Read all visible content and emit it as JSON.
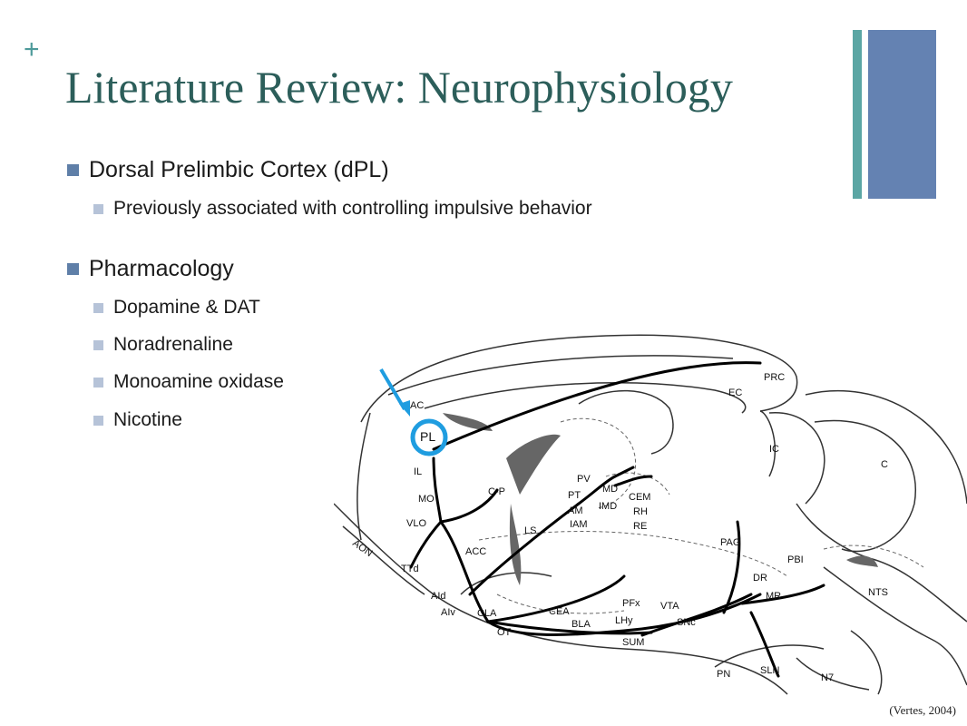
{
  "slide": {
    "plus": "+",
    "title": "Literature Review: Neurophysiology",
    "citation": "(Vertes, 2004)",
    "accent_teal": "#5ba6a4",
    "accent_blue": "#6482b2",
    "bullets": [
      {
        "label": "Dorsal Prelimbic Cortex (dPL)",
        "sub": [
          "Previously associated with controlling impulsive behavior"
        ]
      },
      {
        "label": "Pharmacology",
        "sub": [
          "Dopamine & DAT",
          "Noradrenaline",
          "Monoamine oxidase",
          "Nicotine"
        ]
      }
    ]
  },
  "diagram": {
    "highlight_color": "#1f9de0",
    "labels": {
      "PL": "PL",
      "AC": "AC",
      "IL": "IL",
      "MO": "MO",
      "VLO": "VLO",
      "AON": "AON",
      "TTd": "TTd",
      "CP": "C-P",
      "LS": "LS",
      "ACC": "ACC",
      "AId": "AId",
      "AIv": "AIv",
      "CLA": "CLA",
      "OT": "OT",
      "CEA": "CEA",
      "BLA": "BLA",
      "SUM": "SUM",
      "LHy": "LHy",
      "PFx": "PFx",
      "VTA": "VTA",
      "SNc": "SNc",
      "PV": "PV",
      "PT": "PT",
      "AM": "AM",
      "IAM": "IAM",
      "MD": "MD",
      "IMD": "IMD",
      "CEM": "CEM",
      "RH": "RH",
      "RE": "RE",
      "PAG": "PAG",
      "DR": "DR",
      "MR": "MR",
      "PBI": "PBI",
      "NTS": "NTS",
      "SLN": "SLN",
      "PN": "PN",
      "N7": "N7",
      "EC": "EC",
      "PRC": "PRC",
      "IC": "IC",
      "C": "C"
    }
  }
}
